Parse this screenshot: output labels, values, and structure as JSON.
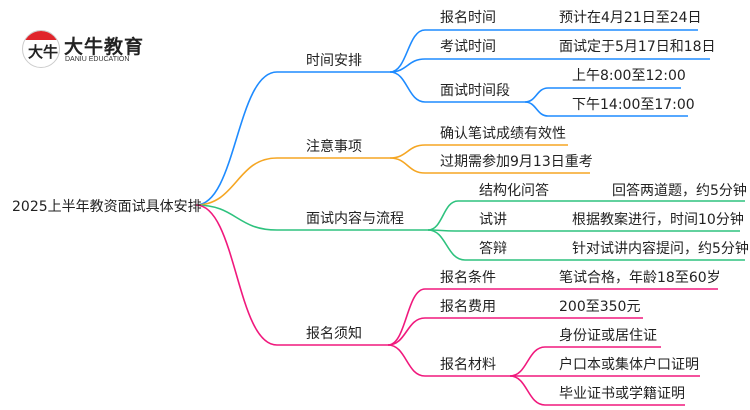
{
  "logo": {
    "name": "大牛教育",
    "subtitle": "DANIU EDUCATION",
    "mark": "大牛"
  },
  "root": "2025上半年教资面试具体安排",
  "colors": {
    "blue": "#1e8bff",
    "orange": "#f5a623",
    "green": "#2ec27e",
    "pink": "#f0197d"
  },
  "branches": [
    {
      "label": "时间安排",
      "children": [
        {
          "label": "报名时间",
          "value": "预计在4月21日至24日"
        },
        {
          "label": "考试时间",
          "value": "面试定于5月17日和18日"
        },
        {
          "label": "面试时间段",
          "items": [
            "上午8:00至12:00",
            "下午14:00至17:00"
          ]
        }
      ]
    },
    {
      "label": "注意事项",
      "items": [
        "确认笔试成绩有效性",
        "过期需参加9月13日重考"
      ]
    },
    {
      "label": "面试内容与流程",
      "children": [
        {
          "label": "结构化问答",
          "value": "回答两道题，约5分钟"
        },
        {
          "label": "试讲",
          "value": "根据教案进行，时间10分钟"
        },
        {
          "label": "答辩",
          "value": "针对试讲内容提问，约5分钟"
        }
      ]
    },
    {
      "label": "报名须知",
      "children": [
        {
          "label": "报名条件",
          "value": "笔试合格，年龄18至60岁"
        },
        {
          "label": "报名费用",
          "value": "200至350元"
        },
        {
          "label": "报名材料",
          "items": [
            "身份证或居住证",
            "户口本或集体户口证明",
            "毕业证书或学籍证明"
          ]
        }
      ]
    }
  ]
}
